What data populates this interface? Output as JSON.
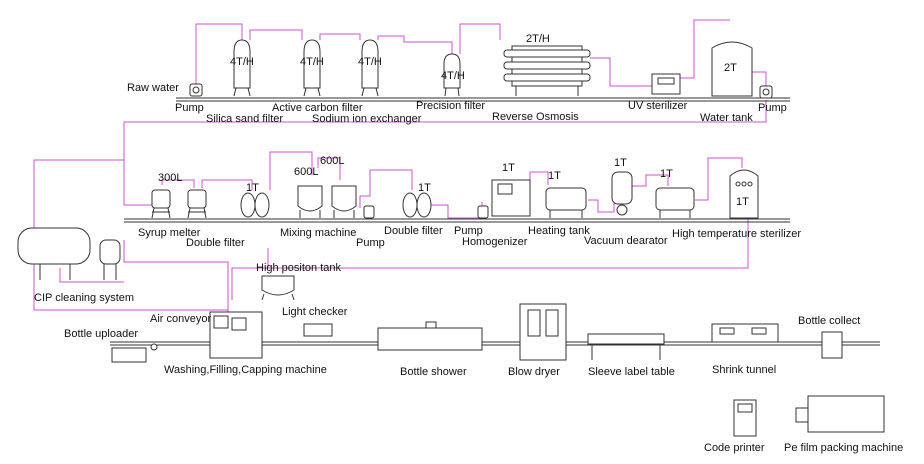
{
  "colors": {
    "pipe": "#d04fd0",
    "equipment": "#333333",
    "background": "#ffffff"
  },
  "labels": {
    "raw_water": "Raw water",
    "pump_1": "Pump",
    "silica_sand_filter": "Silica sand filter",
    "active_carbon_filter": "Active carbon filter",
    "sodium_ion_exchanger": "Sodium ion exchanger",
    "precision_filter": "Precision filter",
    "reverse_osmosis": "Reverse Osmosis",
    "uv_sterilizer": "UV sterilizer",
    "water_tank": "Water tank",
    "pump_2": "Pump",
    "syrup_melter": "Syrup melter",
    "double_filter_1": "Double filter",
    "mixing_machine": "Mixing machine",
    "pump_3": "Pump",
    "double_filter_2": "Double filter",
    "pump_4": "Pump",
    "homogenizer": "Homogenizer",
    "heating_tank": "Heating tank",
    "vacuum_dearator": "Vacuum dearator",
    "high_temperature_sterilizer": "High temperature sterilizer",
    "high_position_tank": "High positon tank",
    "cip_cleaning_system": "CIP cleaning system",
    "air_conveyor": "Air conveyor",
    "light_checker": "Light checker",
    "bottle_uploader": "Bottle uploader",
    "washing_filling_capping": "Washing,Filling,Capping machine",
    "bottle_shower": "Bottle shower",
    "blow_dryer": "Blow dryer",
    "sleeve_label_table": "Sleeve label table",
    "shrink_tunnel": "Shrink tunnel",
    "bottle_collect": "Bottle collect",
    "code_printer": "Code printer",
    "pe_film_packing": "Pe film packing machine"
  },
  "capacities": {
    "silica_sand": "4T/H",
    "carbon": "4T/H",
    "sodium": "4T/H",
    "precision": "4T/H",
    "ro": "2T/H",
    "water_tank": "2T",
    "syrup": "300L",
    "double_filter_1": "1T",
    "mix_a": "600L",
    "mix_b": "600L",
    "double_filter_2": "1T",
    "homogenizer": "1T",
    "heating": "1T",
    "dearator": "1T",
    "sterilizer_top": "1T",
    "sterilizer": "1T",
    "high_temp_sterilizer": "1T"
  }
}
